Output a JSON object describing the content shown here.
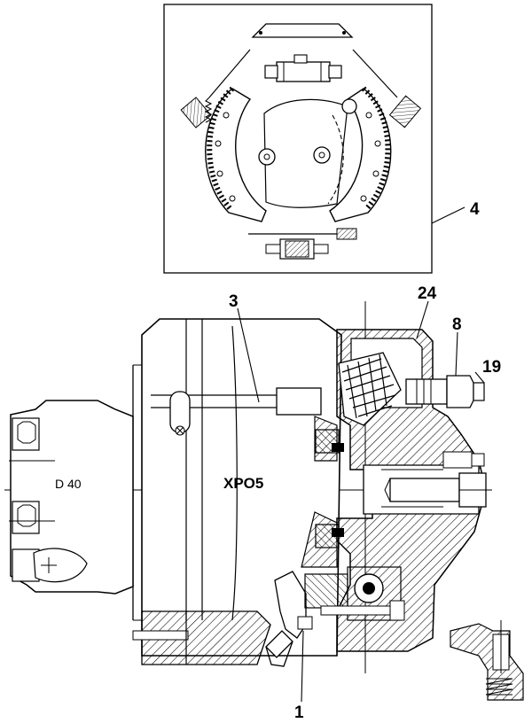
{
  "diagram": {
    "callouts": [
      {
        "id": "4",
        "text": "4"
      },
      {
        "id": "3",
        "text": "3"
      },
      {
        "id": "24",
        "text": "24"
      },
      {
        "id": "8",
        "text": "8"
      },
      {
        "id": "19",
        "text": "19"
      },
      {
        "id": "1",
        "text": "1"
      }
    ],
    "part_labels": {
      "model": "XPO5",
      "size": "D 40"
    }
  }
}
